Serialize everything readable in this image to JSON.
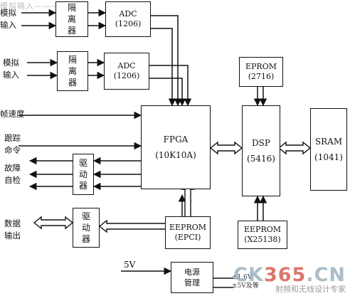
{
  "top_watermark": "模拟输入————",
  "inputs": {
    "analog_in_1": [
      "模拟",
      "输入"
    ],
    "analog_in_2": [
      "模拟",
      "输入"
    ],
    "speed": "帧速度",
    "track_cmd": [
      "跟踪",
      "命令"
    ],
    "fault_selftest": [
      "故障",
      "自检"
    ],
    "data_out": [
      "数据",
      "输出"
    ]
  },
  "blocks": {
    "isolator": [
      "隔",
      "离",
      "器"
    ],
    "adc_1": {
      "name": "ADC",
      "part": "(1206)"
    },
    "adc_2": {
      "name": "ADC",
      "part": "(1206)"
    },
    "driver": [
      "驱",
      "动",
      "器"
    ],
    "fpga": {
      "name": "FPGA",
      "part": "(10K10A)"
    },
    "fpga_eeprom": {
      "name": "EEPROM",
      "part": "(EPCI)"
    },
    "dsp": {
      "name": "DSP",
      "part": "(5416)"
    },
    "eprom": {
      "name": "EPROM",
      "part": "(2716)"
    },
    "dsp_eeprom": {
      "name": "EEPROM",
      "part": "(X25138)"
    },
    "sram": {
      "name": "SRAM",
      "part": "(1041)"
    },
    "power": {
      "name": "电源",
      "name2": "管理"
    }
  },
  "power": {
    "input": "5V",
    "out_1": "±1.6V",
    "out_2": "±5V及等"
  },
  "watermark": {
    "brand_a": "CK",
    "brand_b": "365",
    "brand_c": ".CN",
    "subtitle": "射频和无线设计专家"
  }
}
